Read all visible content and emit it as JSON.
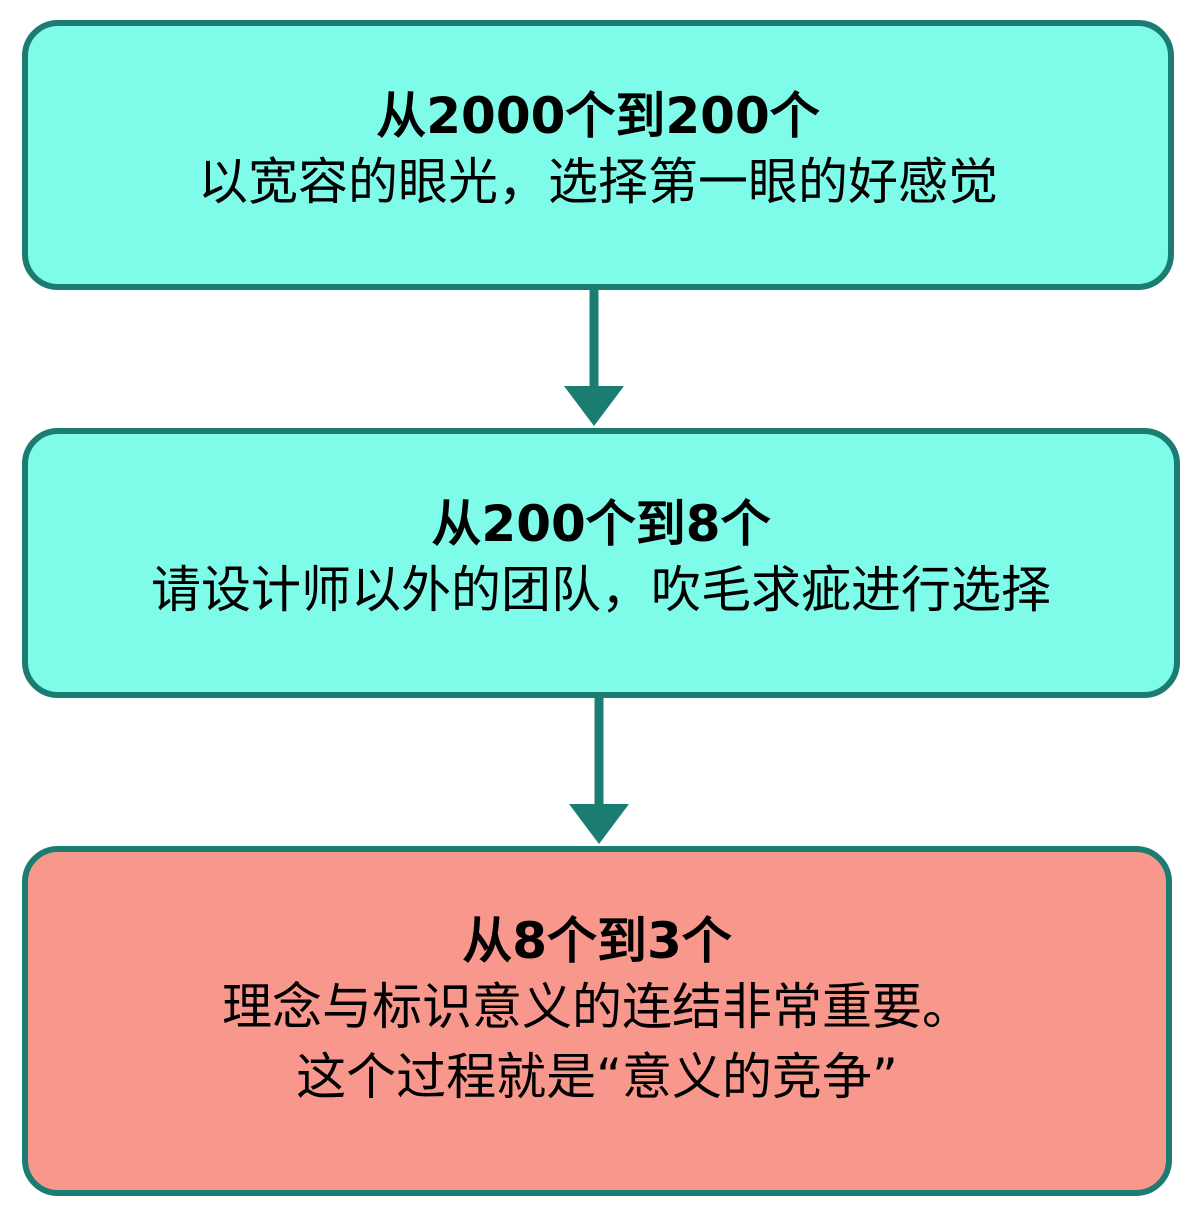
{
  "steps": [
    {
      "title": "从2000个到200个",
      "lines": [
        "以宽容的眼光，选择第一眼的好感觉"
      ],
      "fill": "#7ffce9"
    },
    {
      "title": "从200个到8个",
      "lines": [
        "请设计师以外的团队，吹毛求疵进行选择"
      ],
      "fill": "#7ffce9"
    },
    {
      "title": "从8个到3个",
      "lines": [
        "理念与标识意义的连结非常重要。",
        "这个过程就是“意义的竞争”"
      ],
      "fill": "#f8988d"
    }
  ],
  "colors": {
    "border": "#1b7d72",
    "arrow": "#1b7d72"
  }
}
